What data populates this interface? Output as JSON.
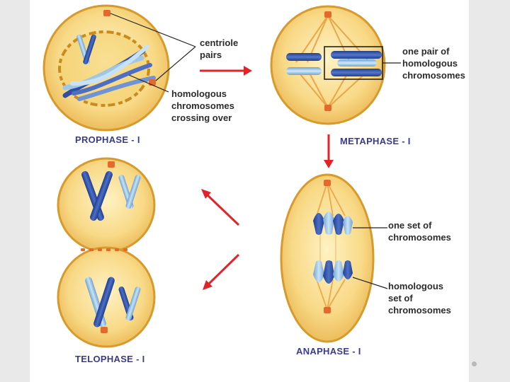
{
  "stages": {
    "prophase": "PROPHASE - I",
    "metaphase": "METAPHASE - I",
    "anaphase": "ANAPHASE - I",
    "telophase": "TELOPHASE - I"
  },
  "labels": {
    "centriole_pairs": [
      "centriole",
      "pairs"
    ],
    "crossing_over": [
      "homologous",
      "chromosomes",
      "crossing over"
    ],
    "one_pair": [
      "one pair of",
      "homologous",
      "chromosomes"
    ],
    "one_set": [
      "one set of",
      "chromosomes"
    ],
    "homologous_set": [
      "homologous",
      "set of",
      "chromosomes"
    ]
  },
  "colors": {
    "cell_fill": "#f7d27a",
    "cell_edge": "#d79a2c",
    "arrow": "#e0242a",
    "chromosome_dark": "#2f4fa6",
    "chromosome_light": "#9fc6e6",
    "centriole": "#e26a2c",
    "label_text": "#2b2b2b",
    "stage_text": "#3a3a8e"
  }
}
